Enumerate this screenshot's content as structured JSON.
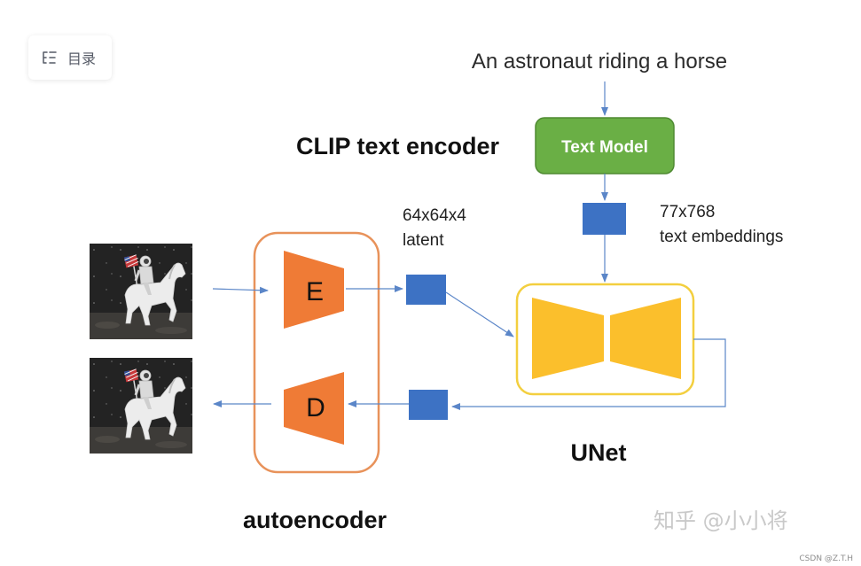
{
  "toc": {
    "label": "目录",
    "icon": "list-outline-icon"
  },
  "prompt": "An astronaut riding a horse",
  "clip": {
    "title": "CLIP text encoder",
    "model_label": "Text Model"
  },
  "embeddings": {
    "line1": "77x768",
    "line2": "text embeddings"
  },
  "latent": {
    "line1": "64x64x4",
    "line2": "latent"
  },
  "autoencoder": {
    "title": "autoencoder",
    "encoder": "E",
    "decoder": "D"
  },
  "unet": {
    "title": "UNet"
  },
  "images": {
    "input": "astronaut-horse-input-image",
    "output": "astronaut-horse-output-image"
  },
  "watermark": "知乎 @小小将",
  "footer": "CSDN @Z.T.H",
  "colors": {
    "green": "#6aaf45",
    "green_border": "#4f8a32",
    "orange": "#ef7b36",
    "orange_border": "#e8925a",
    "yellow": "#fbbf2c",
    "yellow_border": "#f3cf3f",
    "blue": "#3d72c4",
    "arrow": "#5b86c8"
  }
}
